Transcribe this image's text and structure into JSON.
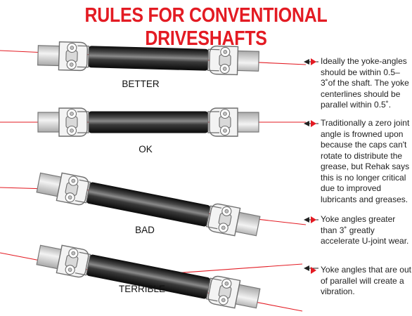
{
  "title": "RULES FOR CONVENTIONAL DRIVESHAFTS",
  "colors": {
    "accent": "#e31b23",
    "shaft_dark": "#1c1c1c",
    "yoke_fill": "#f2f2f2",
    "yoke_stroke": "#6a6a6a",
    "text": "#222222"
  },
  "rows": [
    {
      "label": "BETTER",
      "note": "Ideally the yoke-angles should be within 0.5–3˚of the shaft. The yoke centerlines should be parallel within 0.5˚."
    },
    {
      "label": "OK",
      "note": "Traditionally a zero joint angle is frowned upon because the caps can't rotate to distribute the grease, but Rehak says this is no longer critical due to improved lubricants and greases."
    },
    {
      "label": "BAD",
      "note": "Yoke angles greater than 3˚ greatly accelerate U-joint wear."
    },
    {
      "label": "TERRIBLE",
      "note": "Yoke angles that are out of parallel will create a vibration."
    }
  ]
}
